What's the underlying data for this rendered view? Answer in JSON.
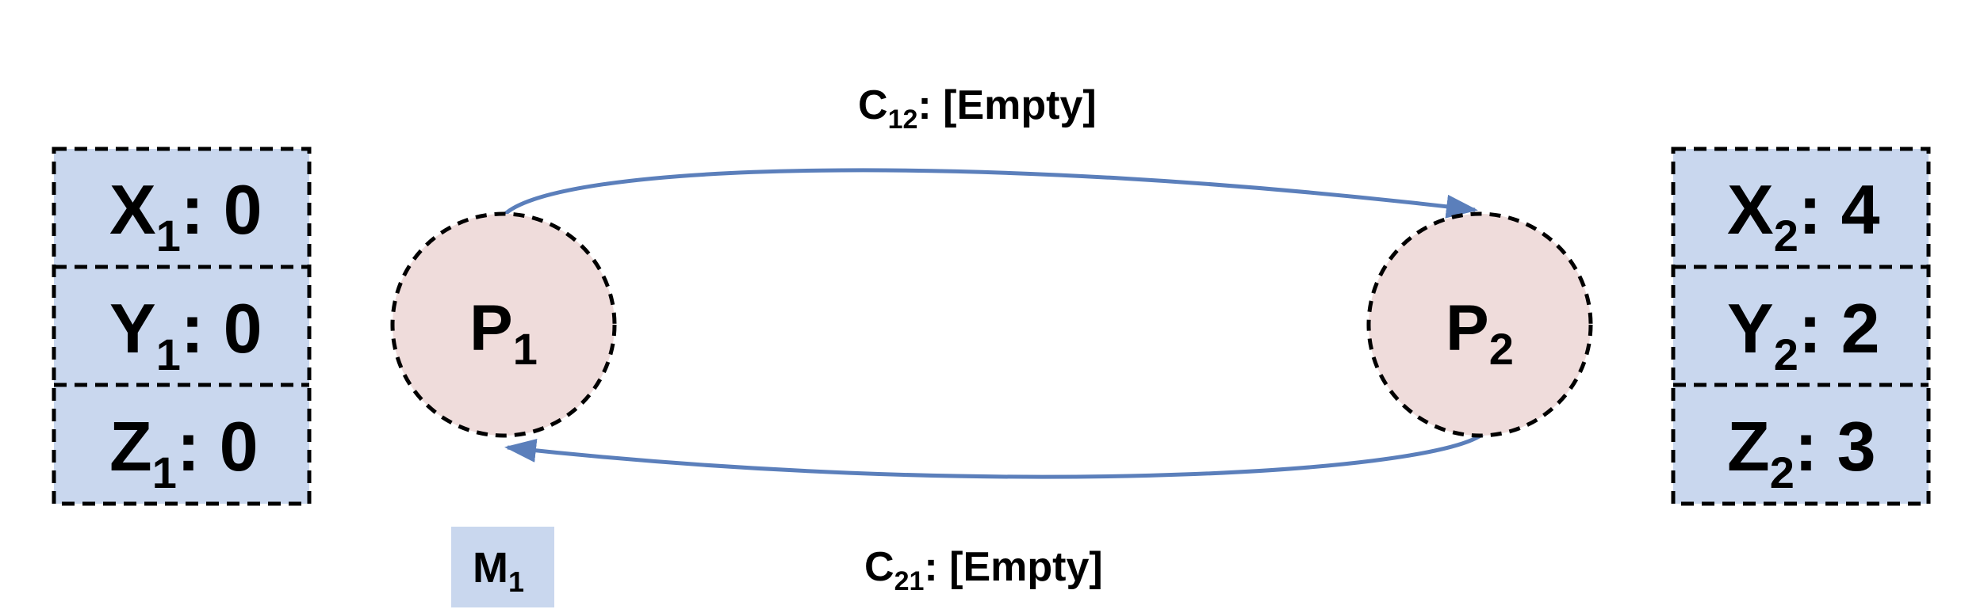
{
  "channels": {
    "c12": {
      "name": "C",
      "sub": "12",
      "content": ": [Empty]"
    },
    "c21": {
      "name": "C",
      "sub": "21",
      "content": ": [Empty]"
    }
  },
  "processes": {
    "p1": {
      "name": "P",
      "sub": "1"
    },
    "p2": {
      "name": "P",
      "sub": "2"
    }
  },
  "state_p1": [
    {
      "name": "X",
      "sub": "1",
      "value": ": 0"
    },
    {
      "name": "Y",
      "sub": "1",
      "value": ": 0"
    },
    {
      "name": "Z",
      "sub": "1",
      "value": ": 0"
    }
  ],
  "state_p2": [
    {
      "name": "X",
      "sub": "2",
      "value": ": 4"
    },
    {
      "name": "Y",
      "sub": "2",
      "value": ": 2"
    },
    {
      "name": "Z",
      "sub": "2",
      "value": ": 3"
    }
  ],
  "message": {
    "name": "M",
    "sub": "1"
  },
  "colors": {
    "state_fill": "#c9d7ee",
    "process_fill": "#efdcdb",
    "arrow": "#5b7fbb",
    "message_fill": "#c9d7ee",
    "border": "#000000"
  }
}
